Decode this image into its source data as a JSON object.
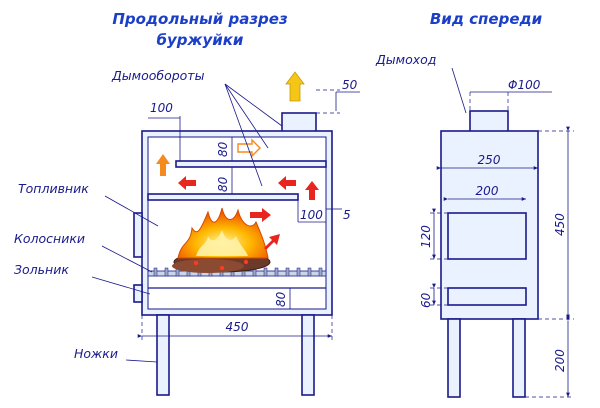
{
  "left_view": {
    "title_line1": "Продольный разрез",
    "title_line2": "буржуйки",
    "labels": {
      "smoke_turns": "Дымообороты",
      "firebox": "Топливник",
      "grate": "Колосники",
      "ashpit": "Зольник",
      "legs": "Ножки"
    },
    "dims": {
      "pipe_height": "50",
      "baffle_len": "100",
      "gap_upper": "80",
      "gap_lower": "80",
      "baffle_gap": "100",
      "baffle_thick": "5",
      "ash_height": "80",
      "total_width": "450"
    }
  },
  "right_view": {
    "title": "Вид спереди",
    "labels": {
      "chimney": "Дымоход"
    },
    "dims": {
      "pipe_dia": "Φ100",
      "body_width": "250",
      "door_width": "200",
      "door_height": "120",
      "ash_door_height": "60",
      "body_height": "450",
      "legs_height": "200"
    }
  },
  "colors": {
    "outline": "#1a1a8c",
    "title": "#1c3fc7",
    "steel": "#eaf2ff",
    "arrow_red": "#e8261f",
    "arrow_orange": "#f58a1f",
    "arrow_yellow": "#f5c518",
    "flame": "#f08c00"
  }
}
